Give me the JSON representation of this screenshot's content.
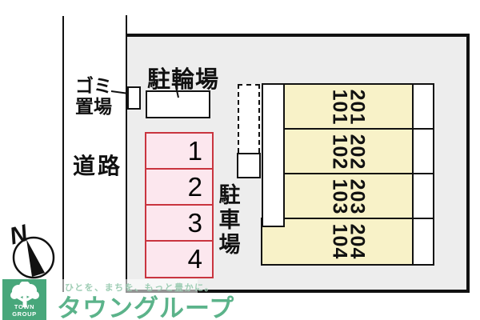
{
  "map": {
    "road_label": "道路",
    "garbage_area_label": [
      "ゴミ",
      "置場"
    ],
    "bicycle_parking_label": "駐輪場",
    "parking_lot_label": [
      "駐",
      "車",
      "場"
    ],
    "parking_stalls": [
      "1",
      "2",
      "3",
      "4"
    ],
    "building_units": [
      {
        "upper": "201",
        "lower": "101"
      },
      {
        "upper": "202",
        "lower": "102"
      },
      {
        "upper": "203",
        "lower": "103"
      },
      {
        "upper": "204",
        "lower": "104"
      }
    ],
    "compass_label": "N"
  },
  "branding": {
    "logo_text": "TOWN GROUP",
    "tagline": "ひとを、まちを、もっと豊かに。",
    "brand_name": "タウングループ"
  },
  "colors": {
    "property_fill": "#ededed",
    "stall_fill": "#fce7ee",
    "stall_border": "#c9353f",
    "building_fill": "#f8f2c8",
    "line_color": "#111111",
    "brand_green": "#5bb38a",
    "tagline_green": "#9ecdb4",
    "logo_green": "#48a77b"
  }
}
